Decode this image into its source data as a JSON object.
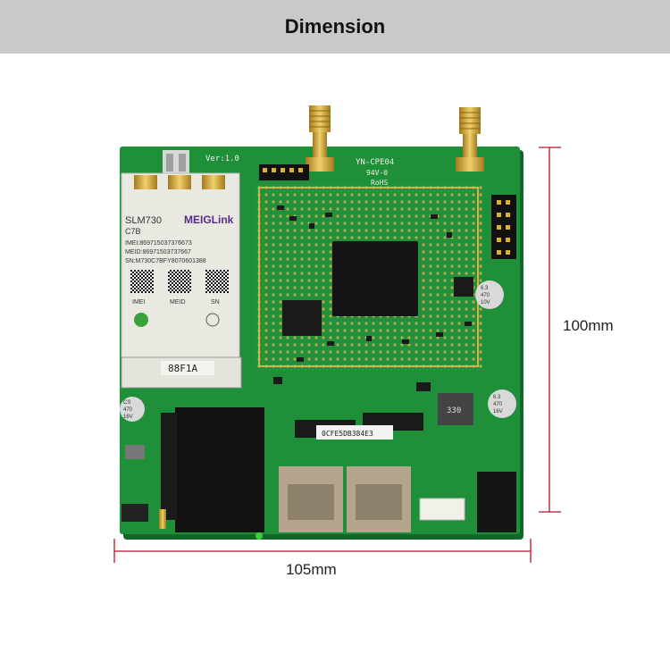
{
  "header": {
    "title": "Dimension"
  },
  "dimensions": {
    "height_label": "100mm",
    "width_label": "105mm"
  },
  "board": {
    "version_label": "Ver:1.0",
    "model_label": "YN-CPE04",
    "board_marks": "94V-0",
    "rohs_label": "RoHS",
    "serial_sticker": "0CFE5DB384E3",
    "module_sticker": "88F1A",
    "module": {
      "model": "SLM730",
      "brand": "MEIGLink",
      "variant": "C7B",
      "imei_line": "IMEI:869715037376673",
      "meid_line": "MEID:86971503737667",
      "sn_line": "SN:M730C7BFY8070601388",
      "qr_labels": [
        "IMEI",
        "MEID",
        "SN"
      ]
    },
    "cap_top": [
      "6.3",
      "470",
      "10V"
    ],
    "cap_bottom": [
      "6.3",
      "470",
      "16V"
    ],
    "cap_left": [
      "CS",
      "470",
      "16V"
    ],
    "inductor": "330"
  },
  "colors": {
    "header_bg": "#c9c9c9",
    "dim_line": "#b0182a",
    "pcb": "#1f8f3a"
  }
}
